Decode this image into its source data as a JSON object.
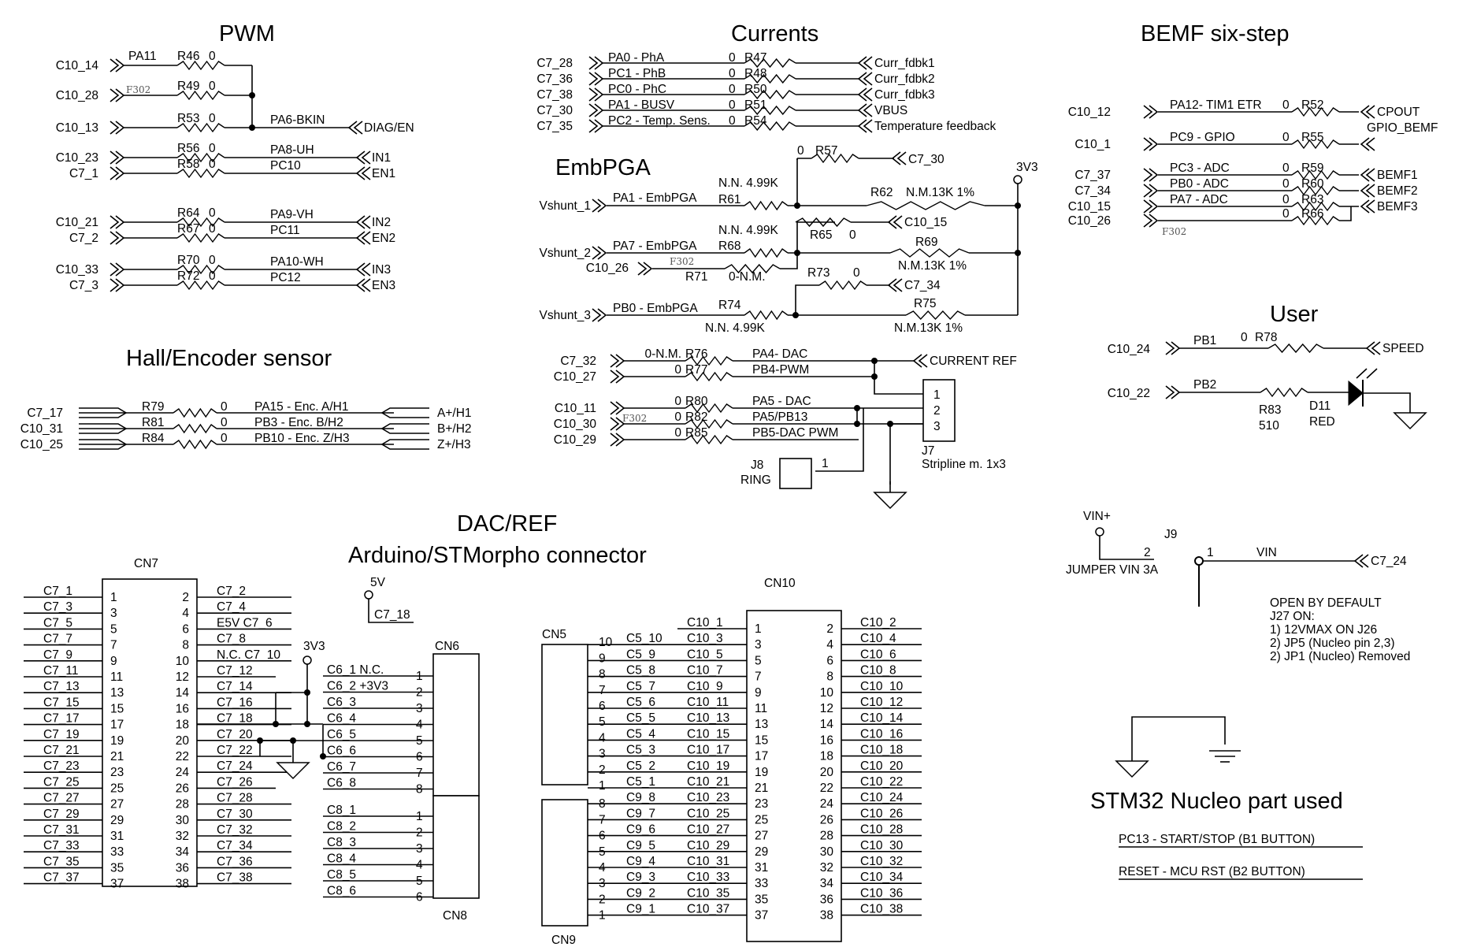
{
  "sections": {
    "pwm": "PWM",
    "currents": "Currents",
    "bemf": "BEMF six-step",
    "embpga": "EmbPGA",
    "user": "User",
    "hall": "Hall/Encoder sensor",
    "dacref": "DAC/REF",
    "arduino": "Arduino/STMorpho connector",
    "nucleo": "STM32 Nucleo part used"
  },
  "pwm_rows": [
    {
      "conn": "C10_14",
      "net": "PA11",
      "ref": "R46",
      "val": "0",
      "sig": "",
      "out": ""
    },
    {
      "conn": "C10_28",
      "net": "",
      "ref": "R49",
      "val": "0",
      "sig": "",
      "out": ""
    },
    {
      "conn": "C10_13",
      "net": "",
      "ref": "R53",
      "val": "0",
      "sig": "PA6-BKIN",
      "out": "DIAG/EN"
    },
    {
      "conn": "C10_23",
      "net": "",
      "ref": "R56",
      "val": "0",
      "sig": "PA8-UH",
      "out": "IN1"
    },
    {
      "conn": "C7_1",
      "net": "",
      "ref": "R58",
      "val": "0",
      "sig": "PC10",
      "out": "EN1"
    },
    {
      "conn": "C10_21",
      "net": "",
      "ref": "R64",
      "val": "0",
      "sig": "PA9-VH",
      "out": "IN2"
    },
    {
      "conn": "C7_2",
      "net": "",
      "ref": "R67",
      "val": "0",
      "sig": "PC11",
      "out": "EN2"
    },
    {
      "conn": "C10_33",
      "net": "",
      "ref": "R70",
      "val": "0",
      "sig": "PA10-WH",
      "out": "IN3"
    },
    {
      "conn": "C7_3",
      "net": "",
      "ref": "R72",
      "val": "0",
      "sig": "PC12",
      "out": "EN3"
    }
  ],
  "fuse_mark": "F302",
  "currents_rows": [
    {
      "conn": "C7_28",
      "sig": "PA0 - PhA",
      "val": "0",
      "ref": "R47",
      "out": "Curr_fdbk1"
    },
    {
      "conn": "C7_36",
      "sig": "PC1 - PhB",
      "val": "0",
      "ref": "R48",
      "out": "Curr_fdbk2"
    },
    {
      "conn": "C7_38",
      "sig": "PC0 - PhC",
      "val": "0",
      "ref": "R50",
      "out": "Curr_fdbk3"
    },
    {
      "conn": "C7_30",
      "sig": "PA1 - BUSV",
      "val": "0",
      "ref": "R51",
      "out": "VBUS"
    },
    {
      "conn": "C7_35",
      "sig": "PC2 - Temp. Sens.",
      "val": "0",
      "ref": "R54",
      "out": "Temperature feedback"
    }
  ],
  "bemf_rows": [
    {
      "conn": "C10_12",
      "sig": "PA12- TIM1 ETR",
      "val": "0",
      "ref": "R52",
      "out": "CPOUT"
    },
    {
      "conn": "C10_1",
      "sig": "PC9 - GPIO",
      "val": "0",
      "ref": "R55",
      "out": "GPIO_BEMF"
    },
    {
      "conn": "C7_37",
      "sig": "PC3 - ADC",
      "val": "0",
      "ref": "R59",
      "out": "BEMF1"
    },
    {
      "conn": "C7_34",
      "sig": "PB0 - ADC",
      "val": "0",
      "ref": "R60",
      "out": "BEMF2"
    },
    {
      "conn": "C10_15",
      "sig": "PA7 - ADC",
      "val": "0",
      "ref": "R63",
      "out": "BEMF3"
    },
    {
      "conn": "C10_26",
      "sig": "",
      "val": "0",
      "ref": "R66",
      "out": ""
    }
  ],
  "embpga": {
    "r57": "R57",
    "r57v": "0",
    "c730": "C7_30",
    "v33": "3V3",
    "vs1": "Vshunt_1",
    "pa1": "PA1 - EmbPGA",
    "r61": "R61",
    "nn1": "N.N. 4.99K",
    "r62": "R62",
    "r62v": "N.M.13K 1%",
    "vs2": "Vshunt_2",
    "pa7": "PA7 - EmbPGA",
    "r68": "R68",
    "nn2": "N.N. 4.99K",
    "r65": "R65",
    "r65v": "0",
    "c1015": "C10_15",
    "r69": "R69",
    "r69v": "N.M.13K 1%",
    "c1026": "C10_26",
    "r71": "R71",
    "r71v": "0-N.M.",
    "r73": "R73",
    "r73v": "0",
    "c734": "C7_34",
    "vs3": "Vshunt_3",
    "pb0": "PB0 - EmbPGA",
    "r74": "R74",
    "nn3": "N.N. 4.99K",
    "r75": "R75",
    "r75v": "N.M.13K 1%"
  },
  "dac": {
    "rows": [
      {
        "conn": "C7_32",
        "val": "0-N.M.",
        "ref": "R76",
        "sig": "PA4- DAC"
      },
      {
        "conn": "C10_27",
        "val": "0",
        "ref": "R77",
        "sig": "PB4-PWM"
      },
      {
        "conn": "C10_11",
        "val": "0",
        "ref": "R80",
        "sig": "PA5 - DAC"
      },
      {
        "conn": "C10_30",
        "val": "0",
        "ref": "R82",
        "sig": "PA5/PB13"
      },
      {
        "conn": "C10_29",
        "val": "0",
        "ref": "R85",
        "sig": "PB5-DAC PWM"
      }
    ],
    "curref": "CURRENT REF",
    "j7pins": [
      "1",
      "2",
      "3"
    ],
    "j7": "J7",
    "j7desc": "Stripline m. 1x3",
    "j8": "J8",
    "ring": "RING",
    "j8pin": "1"
  },
  "hall": {
    "rows": [
      {
        "conn": "C7_17",
        "ref": "R79",
        "val": "0",
        "sig": "PA15 - Enc. A/H1",
        "out": "A+/H1"
      },
      {
        "conn": "C10_31",
        "ref": "R81",
        "val": "0",
        "sig": "PB3  - Enc. B/H2",
        "out": "B+/H2"
      },
      {
        "conn": "C10_25",
        "ref": "R84",
        "val": "0",
        "sig": "PB10 - Enc. Z/H3",
        "out": "Z+/H3"
      }
    ]
  },
  "user": {
    "c1024": "C10_24",
    "pb1": "PB1",
    "r78v": "0",
    "r78": "R78",
    "speed": "SPEED",
    "c1022": "C10_22",
    "pb2": "PB2",
    "r83": "R83",
    "r83v": "510",
    "d11": "D11",
    "red": "RED"
  },
  "vin": {
    "vinp": "VIN+",
    "j9": "J9",
    "pin2": "2",
    "pin1": "1",
    "jumper": "JUMPER VIN 3A",
    "vin": "VIN",
    "c724": "C7_24",
    "notes": [
      "OPEN BY DEFAULT",
      "J27 ON:",
      "1) 12VMAX  ON J26",
      "2) JP5 (Nucleo pin 2,3)",
      "2) JP1 (Nucleo) Removed"
    ]
  },
  "nucleo": {
    "l1": "PC13 - START/STOP (B1 BUTTON)",
    "l2": "RESET - MCU RST (B2 BUTTON)"
  },
  "cn7": {
    "name": "CN7",
    "left": [
      "C7_1",
      "C7_3",
      "C7_5",
      "C7_7",
      "C7_9",
      "C7_11",
      "C7_13",
      "C7_15",
      "C7_17",
      "C7_19",
      "C7_21",
      "C7_23",
      "C7_25",
      "C7_27",
      "C7_29",
      "C7_31",
      "C7_33",
      "C7_35",
      "C7_37"
    ],
    "right": [
      "C7_2",
      "C7_4",
      "E5V C7_6",
      "C7_8",
      "N.C. C7_10",
      "C7_12",
      "C7_14",
      "C7_16",
      "C7_18",
      "C7_20",
      "C7_22",
      "C7_24",
      "C7_26",
      "C7_28",
      "C7_30",
      "C7_32",
      "C7_34",
      "C7_36",
      "C7_38"
    ],
    "pl": [
      "1",
      "3",
      "5",
      "7",
      "9",
      "11",
      "13",
      "15",
      "17",
      "19",
      "21",
      "23",
      "25",
      "27",
      "29",
      "31",
      "33",
      "35",
      "37"
    ],
    "pr": [
      "2",
      "4",
      "6",
      "8",
      "10",
      "12",
      "14",
      "16",
      "18",
      "20",
      "22",
      "24",
      "26",
      "28",
      "30",
      "32",
      "34",
      "36",
      "38"
    ]
  },
  "cn6": {
    "name": "CN6",
    "nets": [
      "C6_1  N.C.",
      "C6_2 +3V3",
      "C6_3",
      "C6_4",
      "C6_5",
      "C6_6",
      "C6_7",
      "C6_8"
    ],
    "pins": [
      "1",
      "2",
      "3",
      "4",
      "5",
      "6",
      "7",
      "8"
    ]
  },
  "cn8": {
    "name": "CN8",
    "nets": [
      "C8_1",
      "C8_2",
      "C8_3",
      "C8_4",
      "C8_5",
      "C8_6"
    ],
    "pins": [
      "1",
      "2",
      "3",
      "4",
      "5",
      "6"
    ]
  },
  "misc": {
    "v5": "5V",
    "c718": "C7_18",
    "v33": "3V3"
  },
  "cn10": {
    "name": "CN10",
    "left": [
      "C10_1",
      "C10_3",
      "C10_5",
      "C10_7",
      "C10_9",
      "C10_11",
      "C10_13",
      "C10_15",
      "C10_17",
      "C10_19",
      "C10_21",
      "C10_23",
      "C10_25",
      "C10_27",
      "C10_29",
      "C10_31",
      "C10_33",
      "C10_35",
      "C10_37"
    ],
    "right": [
      "C10_2",
      "C10_4",
      "C10_6",
      "C10_8",
      "C10_10",
      "C10_12",
      "C10_14",
      "C10_16",
      "C10_18",
      "C10_20",
      "C10_22",
      "C10_24",
      "C10_26",
      "C10_28",
      "C10_30",
      "C10_32",
      "C10_34",
      "C10_36",
      "C10_38"
    ],
    "pl": [
      "1",
      "3",
      "5",
      "7",
      "9",
      "11",
      "13",
      "15",
      "17",
      "19",
      "21",
      "23",
      "25",
      "27",
      "29",
      "31",
      "33",
      "35",
      "37"
    ],
    "pr": [
      "2",
      "4",
      "6",
      "8",
      "10",
      "12",
      "14",
      "16",
      "18",
      "20",
      "22",
      "24",
      "26",
      "28",
      "30",
      "32",
      "34",
      "36",
      "38"
    ]
  },
  "cn5": {
    "name": "CN5",
    "nets": [
      "C5_10",
      "C5_9",
      "C5_8",
      "C5_7",
      "C5_6",
      "C5_5",
      "C5_4",
      "C5_3",
      "C5_2",
      "C5_1"
    ],
    "pins": [
      "10",
      "9",
      "8",
      "7",
      "6",
      "5",
      "4",
      "3",
      "2",
      "1"
    ]
  },
  "cn9": {
    "name": "CN9",
    "nets": [
      "C9_8",
      "C9_7",
      "C9_6",
      "C9_5",
      "C9_4",
      "C9_3",
      "C9_2",
      "C9_1"
    ],
    "pins": [
      "8",
      "7",
      "6",
      "5",
      "4",
      "3",
      "2",
      "1"
    ]
  }
}
